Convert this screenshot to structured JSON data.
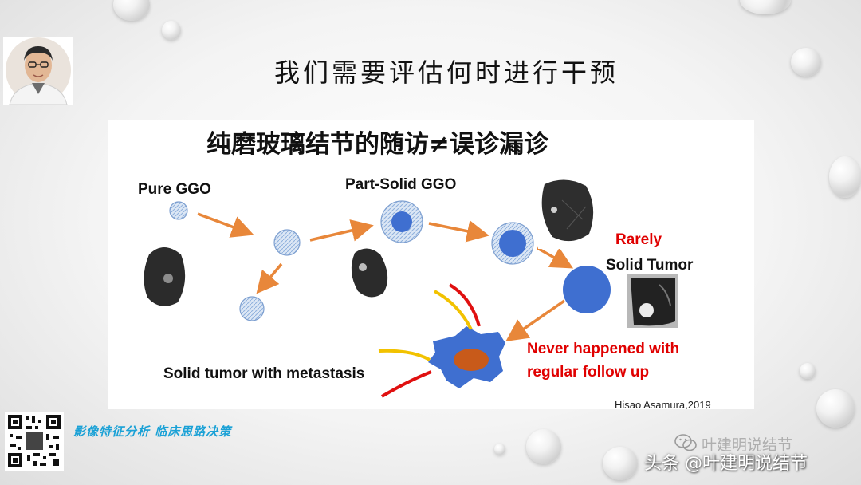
{
  "slide": {
    "title": "我们需要评估何时进行干预",
    "bottom_tagline": "影像特征分析   临床思路决策",
    "watermark_ghost": "叶建明说结节",
    "watermark_main": "头条 @叶建明说结节"
  },
  "figure": {
    "heading": "纯磨玻璃结节的随访≠误诊漏诊",
    "pure_ggo": "Pure GGO",
    "part_solid_ggo": "Part-Solid GGO",
    "rarely": "Rarely",
    "solid_tumor": "Solid Tumor",
    "never_line1": "Never happened with",
    "never_line2": "regular follow up",
    "metastasis": "Solid tumor with metastasis",
    "citation": "Hisao Asamura,2019"
  },
  "colors": {
    "arrow": "#e8873a",
    "solid_blue": "#3f6fd0",
    "ggo_hatch": "#a7c1e4",
    "red_text": "#e00000",
    "tumor_core": "#c85a1a",
    "yellow_line": "#f2c200",
    "red_line": "#e01010"
  }
}
